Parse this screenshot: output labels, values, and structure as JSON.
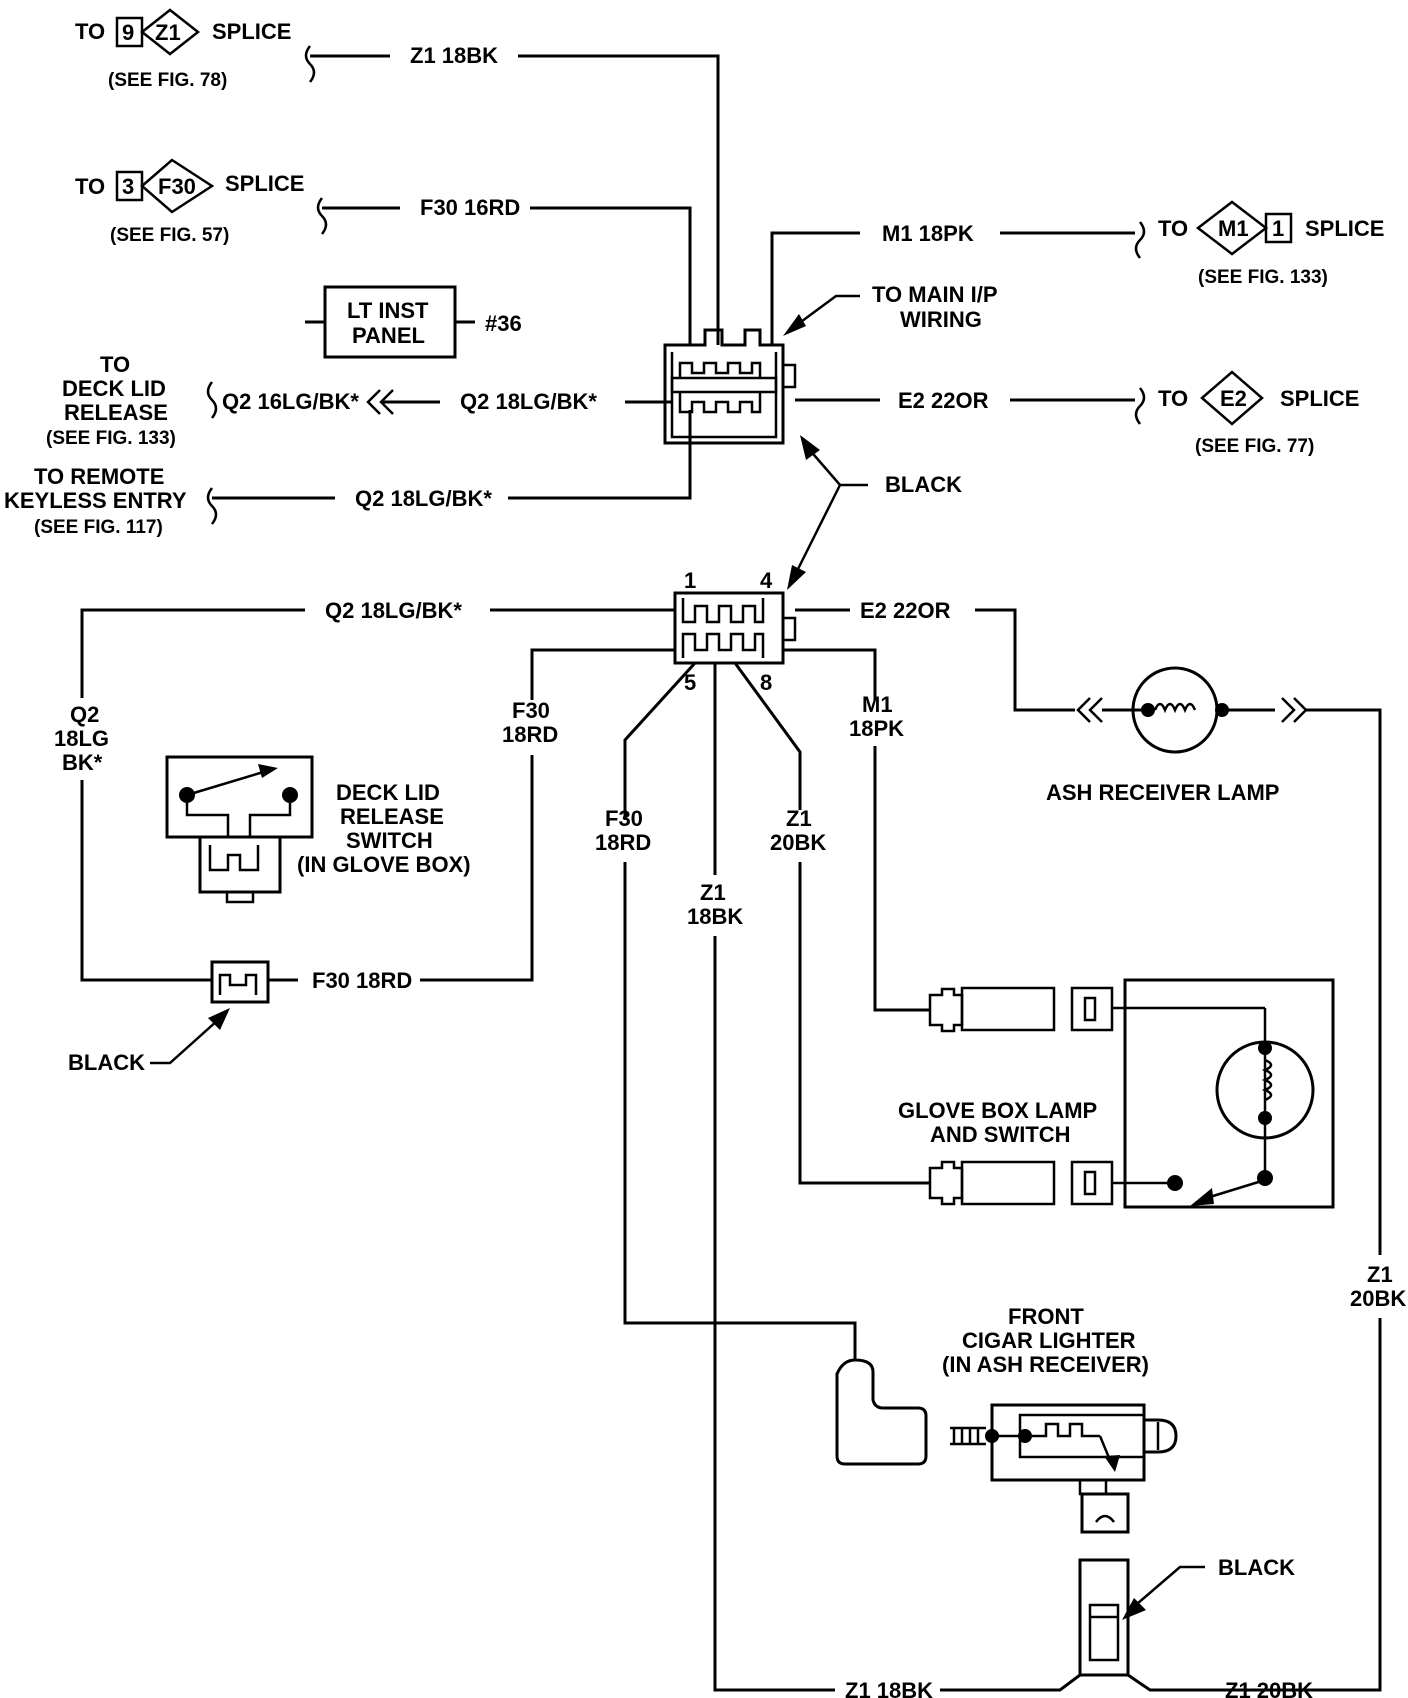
{
  "labels": {
    "to1": "TO",
    "z1_splice_num": "9",
    "z1_splice_code": "Z1",
    "splice1": "SPLICE",
    "see_fig_78": "(SEE FIG. 78)",
    "wire_z1_18bk_top": "Z1 18BK",
    "to2": "TO",
    "f30_splice_num": "3",
    "f30_splice_code": "F30",
    "splice2": "SPLICE",
    "see_fig_57": "(SEE FIG. 57)",
    "wire_f30_16rd": "F30 16RD",
    "lt_inst_line1": "LT INST",
    "lt_inst_line2": "PANEL",
    "lt_inst_num": "#36",
    "deck_to": "TO",
    "deck_line1": "DECK LID",
    "deck_line2": "RELEASE",
    "deck_see": "(SEE FIG. 133)",
    "wire_q2_16lgbk": "Q2 16LG/BK*",
    "wire_q2_18lgbk_mid": "Q2 18LG/BK*",
    "remote_line1": "TO REMOTE",
    "remote_line2": "KEYLESS ENTRY",
    "remote_see": "(SEE FIG. 117)",
    "wire_q2_18lgbk_remote": "Q2 18LG/BK*",
    "wire_m1_18pk_top": "M1 18PK",
    "to3": "TO",
    "m1_splice_code": "M1",
    "m1_splice_num": "1",
    "splice3": "SPLICE",
    "see_fig_133": "(SEE FIG. 133)",
    "main_ip_line1": "TO MAIN I/P",
    "main_ip_line2": "WIRING",
    "wire_e2_22or_top": "E2 22OR",
    "to4": "TO",
    "e2_splice_code": "E2",
    "splice4": "SPLICE",
    "see_fig_77": "(SEE FIG. 77)",
    "black_mid": "BLACK",
    "pin1": "1",
    "pin4": "4",
    "pin5": "5",
    "pin8": "8",
    "wire_q2_18lgbk_low": "Q2 18LG/BK*",
    "wire_e2_22or_low": "E2 22OR",
    "q2_v1": "Q2",
    "q2_v2": "18LG",
    "q2_v3": "BK*",
    "f30_v1": "F30",
    "f30_v2": "18RD",
    "m1_v1": "M1",
    "m1_v2": "18PK",
    "ash_lamp": "ASH RECEIVER LAMP",
    "switch_line1": "DECK LID",
    "switch_line2": "RELEASE",
    "switch_line3": "SWITCH",
    "switch_line4": "(IN GLOVE BOX)",
    "f30b_v1": "F30",
    "f30b_v2": "18RD",
    "z1a_v1": "Z1",
    "z1a_v2": "20BK",
    "z1b_v1": "Z1",
    "z1b_v2": "18BK",
    "wire_f30_18rd_low": "F30 18RD",
    "black_left": "BLACK",
    "glove_line1": "GLOVE BOX LAMP",
    "glove_line2": "AND SWITCH",
    "z1c_v1": "Z1",
    "z1c_v2": "20BK",
    "cigar_line1": "FRONT",
    "cigar_line2": "CIGAR LIGHTER",
    "cigar_line3": "(IN ASH RECEIVER)",
    "black_bottom": "BLACK",
    "wire_z1_18bk_bottom": "Z1 18BK",
    "wire_z1_20bk_bottom": "Z1 20BK"
  }
}
